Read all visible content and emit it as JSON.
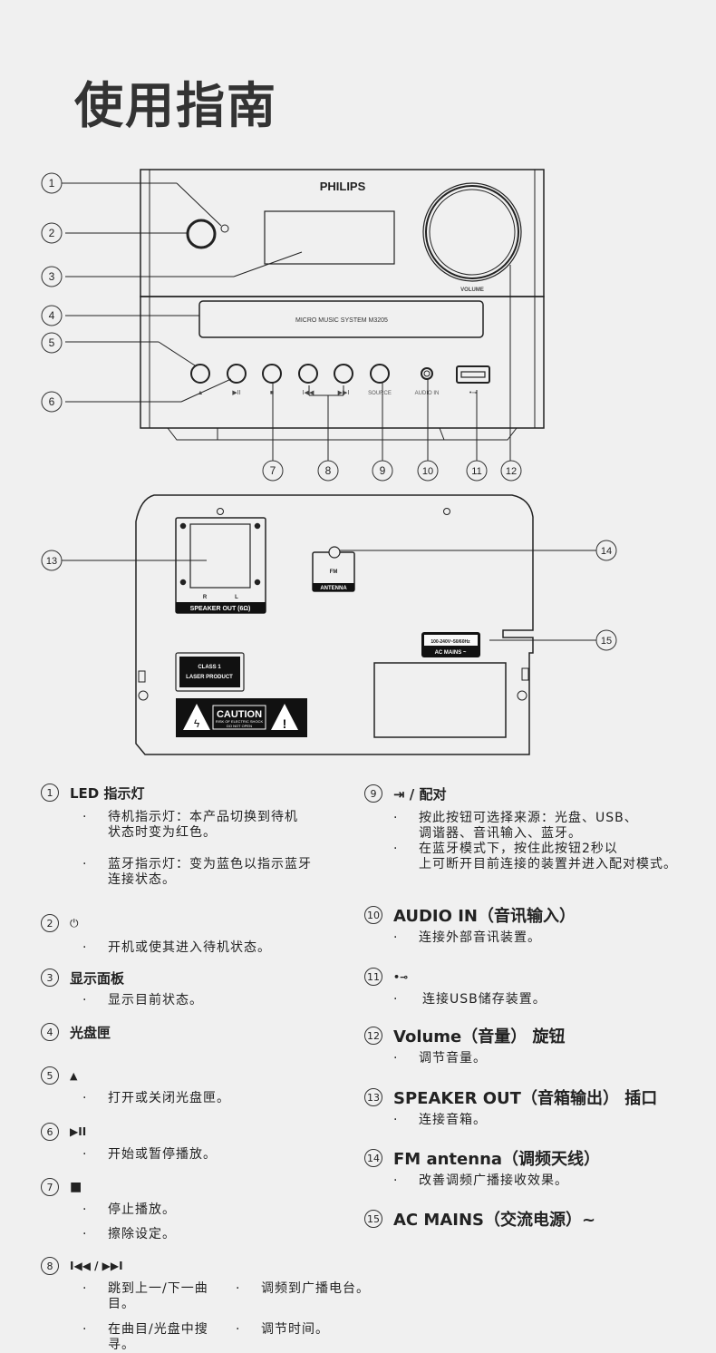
{
  "page": {
    "title": "使用指南"
  },
  "front_panel": {
    "brand": "PHILIPS",
    "tray_label": "MICRO MUSIC SYSTEM M3205",
    "volume_label": "VOLUME",
    "button_labels": {
      "eject": "▲",
      "play_pause": "▶II",
      "stop": "■",
      "prev": "I◀◀",
      "next": "▶▶I",
      "source": "SOURCE",
      "audio_in": "AUDIO IN",
      "usb": "•⊸"
    },
    "callouts": [
      "1",
      "2",
      "3",
      "4",
      "5",
      "6",
      "7",
      "8",
      "9",
      "10",
      "11",
      "12"
    ]
  },
  "back_panel": {
    "speaker_label": "SPEAKER OUT (6Ω)",
    "speaker_r": "R",
    "speaker_l": "L",
    "antenna_top": "FM",
    "antenna_label": "ANTENNA",
    "ac_voltage": "100-240V~50/60Hz",
    "ac_label": "AC MAINS ~",
    "laser_line1": "CLASS 1",
    "laser_line2": "LASER PRODUCT",
    "caution_title": "CAUTION",
    "caution_line1": "RISK OF ELECTRIC SHOCK",
    "caution_line2": "DO NOT OPEN",
    "callouts": [
      "13",
      "14",
      "15"
    ]
  },
  "descriptions": {
    "left": [
      {
        "num": "1",
        "title": "LED 指示灯",
        "bullets": [
          "待机指示灯：本产品切换到待机\n状态时变为红色。",
          "蓝牙指示灯：变为蓝色以指示蓝牙\n连接状态。"
        ]
      },
      {
        "num": "2",
        "title": "⏻",
        "bullets": [
          "开机或使其进入待机状态。"
        ]
      },
      {
        "num": "3",
        "title": "显示面板",
        "bullets": [
          "显示目前状态。"
        ]
      },
      {
        "num": "4",
        "title": "光盘匣",
        "bullets": []
      },
      {
        "num": "5",
        "title": "▲",
        "bullets": [
          "打开或关闭光盘匣。"
        ]
      },
      {
        "num": "6",
        "title": "▶II",
        "bullets": [
          "开始或暂停播放。"
        ]
      },
      {
        "num": "7",
        "title": "■",
        "bullets": [
          "停止播放。",
          "擦除设定。"
        ]
      },
      {
        "num": "8",
        "title": "I◀◀ / ▶▶I",
        "bullets": [
          "跳到上一/下一曲目。",
          "调频到广播电台。",
          "在曲目/光盘中搜寻。",
          "调节时间。"
        ]
      }
    ],
    "right": [
      {
        "num": "9",
        "title": "⇥ / 配对",
        "bullets": [
          "按此按钮可选择来源：光盘、USB、\n调谐器、音讯输入、蓝牙。",
          "在蓝牙模式下，按住此按钮2秒以\n上可断开目前连接的装置并进入配对模式。"
        ]
      },
      {
        "num": "10",
        "title": "AUDIO IN（音讯输入）",
        "bullets": [
          "连接外部音讯装置。"
        ]
      },
      {
        "num": "11",
        "title": "•⊸",
        "bullets": [
          "连接USB储存装置。"
        ]
      },
      {
        "num": "12",
        "title": "Volume（音量） 旋钮",
        "bullets": [
          "调节音量。"
        ]
      },
      {
        "num": "13",
        "title": "SPEAKER OUT（音箱输出） 插口",
        "bullets": [
          "连接音箱。"
        ]
      },
      {
        "num": "14",
        "title": "FM antenna（调频天线）",
        "bullets": [
          "改善调频广播接收效果。"
        ]
      },
      {
        "num": "15",
        "title": "AC MAINS（交流电源）~",
        "bullets": []
      }
    ]
  }
}
